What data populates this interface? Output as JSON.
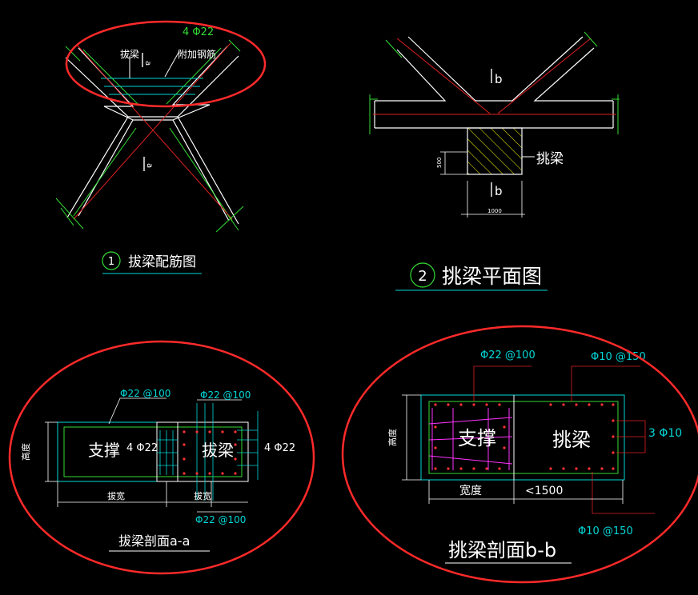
{
  "colors": {
    "background": "#000000",
    "outline": "#ffffff",
    "center_line": "#e02020",
    "green": "#33dd33",
    "cyan": "#00d7d7",
    "red_ring": "#ff2a2a",
    "text": "#ffffff",
    "rebar_label": "#00d7d7",
    "magenta": "#ff33ff",
    "hatch": "#ffff00"
  },
  "view1": {
    "callout_number": "1",
    "title": "拔梁配筋图",
    "rebar_top": "4 Φ22",
    "beam_label": "拔梁",
    "extra_rebar_label": "附加钢筋",
    "section_mark_top": "a",
    "section_mark_bottom": "a"
  },
  "view2": {
    "callout_number": "2",
    "title": "挑梁平面图",
    "section_mark_top": "b",
    "section_mark_bottom": "b",
    "beam_label": "挑梁",
    "dim_height": "500",
    "dim_width": "1000"
  },
  "view3": {
    "title": "拔梁剖面a-a",
    "rebar_top_left": "Φ22 @100",
    "rebar_top_right": "Φ22 @100",
    "rebar_bottom": "Φ22 @100",
    "rebar_side_left": "4 Φ22",
    "rebar_side_right": "4 Φ22",
    "label_support": "支撑",
    "label_beam": "拔梁",
    "dim_height": "高度",
    "dim_left": "拔宽",
    "dim_right": "拔宽"
  },
  "view4": {
    "title": "挑梁剖面b-b",
    "rebar_top_left": "Φ22 @100",
    "rebar_top_right": "Φ10 @150",
    "rebar_bottom": "Φ10 @150",
    "rebar_side": "3 Φ10",
    "label_support": "支撑",
    "label_beam": "挑梁",
    "dim_height": "高度",
    "dim_left": "宽度",
    "dim_right": "<1500"
  }
}
